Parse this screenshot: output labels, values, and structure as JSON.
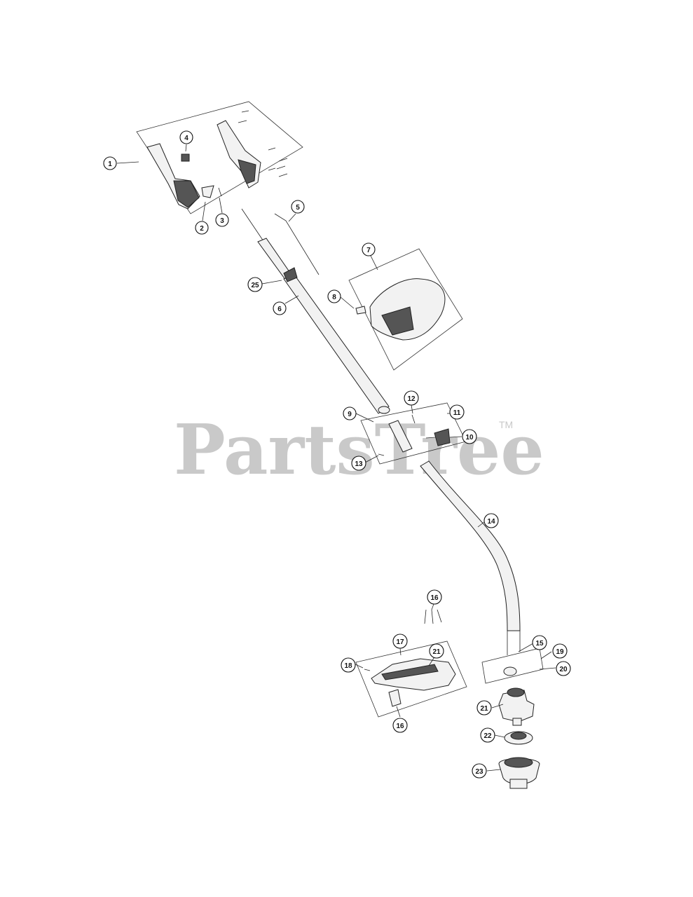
{
  "watermark": {
    "brand": "PartsTree",
    "trademark": "TM"
  },
  "callouts": {
    "c1": "1",
    "c2": "2",
    "c3": "3",
    "c4": "4",
    "c5": "5",
    "c6": "6",
    "c7": "7",
    "c8": "8",
    "c9": "9",
    "c10": "10",
    "c11": "11",
    "c12": "12",
    "c13": "13",
    "c14": "14",
    "c15": "15",
    "c16a": "16",
    "c16b": "16",
    "c17": "17",
    "c18": "18",
    "c19": "19",
    "c20": "20",
    "c21a": "21",
    "c21b": "21",
    "c22": "22",
    "c23": "23",
    "c25": "25"
  }
}
